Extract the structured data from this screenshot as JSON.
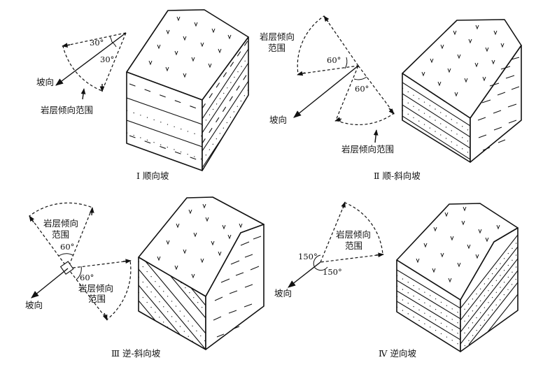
{
  "panels": [
    {
      "id": "I",
      "caption": "Ⅰ 顺向坡",
      "angles": [
        "30°",
        "30°"
      ],
      "labels": {
        "slope": "坡向",
        "range": "岩层倾向范围"
      }
    },
    {
      "id": "II",
      "caption": "Ⅱ 顺-斜向坡",
      "angles": [
        "60°",
        "60°"
      ],
      "labels": {
        "slope": "坡向",
        "range_top_line1": "岩层倾向",
        "range_top_line2": "范围",
        "range_bottom": "岩层倾向范围"
      }
    },
    {
      "id": "III",
      "caption": "Ⅲ 逆-斜向坡",
      "angles": [
        "60°",
        "60°"
      ],
      "labels": {
        "slope": "坡向",
        "range_top_line1": "岩层倾向",
        "range_top_line2": "范围",
        "range_bottom_line1": "岩层倾向",
        "range_bottom_line2": "范围"
      }
    },
    {
      "id": "IV",
      "caption": "Ⅳ 逆向坡",
      "angles": [
        "150°",
        "150°"
      ],
      "labels": {
        "slope": "坡向",
        "range_line1": "岩层倾向",
        "range_line2": "范围"
      }
    }
  ]
}
